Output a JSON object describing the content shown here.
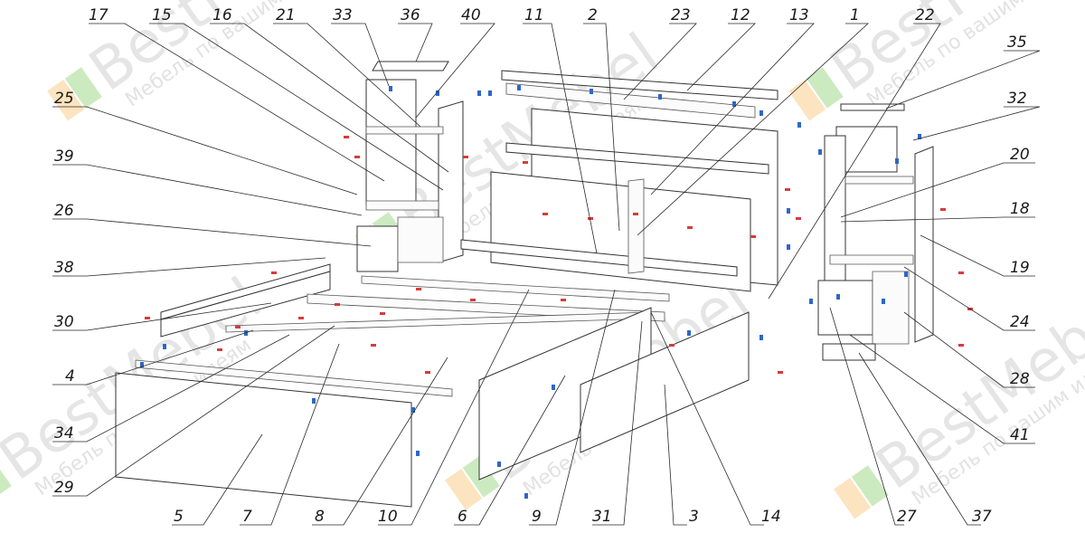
{
  "diagram": {
    "callouts": [
      {
        "id": "17",
        "label": "17"
      },
      {
        "id": "15",
        "label": "15"
      },
      {
        "id": "16",
        "label": "16"
      },
      {
        "id": "21",
        "label": "21"
      },
      {
        "id": "33",
        "label": "33"
      },
      {
        "id": "36",
        "label": "36"
      },
      {
        "id": "40",
        "label": "40"
      },
      {
        "id": "11",
        "label": "11"
      },
      {
        "id": "2",
        "label": "2"
      },
      {
        "id": "23",
        "label": "23"
      },
      {
        "id": "12",
        "label": "12"
      },
      {
        "id": "13",
        "label": "13"
      },
      {
        "id": "1",
        "label": "1"
      },
      {
        "id": "22",
        "label": "22"
      },
      {
        "id": "35",
        "label": "35"
      },
      {
        "id": "32",
        "label": "32"
      },
      {
        "id": "25",
        "label": "25"
      },
      {
        "id": "39",
        "label": "39"
      },
      {
        "id": "26",
        "label": "26"
      },
      {
        "id": "38",
        "label": "38"
      },
      {
        "id": "30",
        "label": "30"
      },
      {
        "id": "4",
        "label": "4"
      },
      {
        "id": "34",
        "label": "34"
      },
      {
        "id": "29",
        "label": "29"
      },
      {
        "id": "20",
        "label": "20"
      },
      {
        "id": "18",
        "label": "18"
      },
      {
        "id": "19",
        "label": "19"
      },
      {
        "id": "24",
        "label": "24"
      },
      {
        "id": "28",
        "label": "28"
      },
      {
        "id": "41",
        "label": "41"
      },
      {
        "id": "5",
        "label": "5"
      },
      {
        "id": "7",
        "label": "7"
      },
      {
        "id": "8",
        "label": "8"
      },
      {
        "id": "10",
        "label": "10"
      },
      {
        "id": "6",
        "label": "6"
      },
      {
        "id": "9",
        "label": "9"
      },
      {
        "id": "31",
        "label": "31"
      },
      {
        "id": "3",
        "label": "3"
      },
      {
        "id": "14",
        "label": "14"
      },
      {
        "id": "27",
        "label": "27"
      },
      {
        "id": "37",
        "label": "37"
      }
    ],
    "watermark": {
      "brand": "BestMebel",
      "tagline": "Мебель по вашим идеям"
    },
    "colors": {
      "fastener_red": "#d93a3a",
      "fastener_blue": "#2f66c8",
      "watermark_orange": "#f5b24a",
      "watermark_green": "#6cc24a",
      "line": "#333333"
    }
  }
}
